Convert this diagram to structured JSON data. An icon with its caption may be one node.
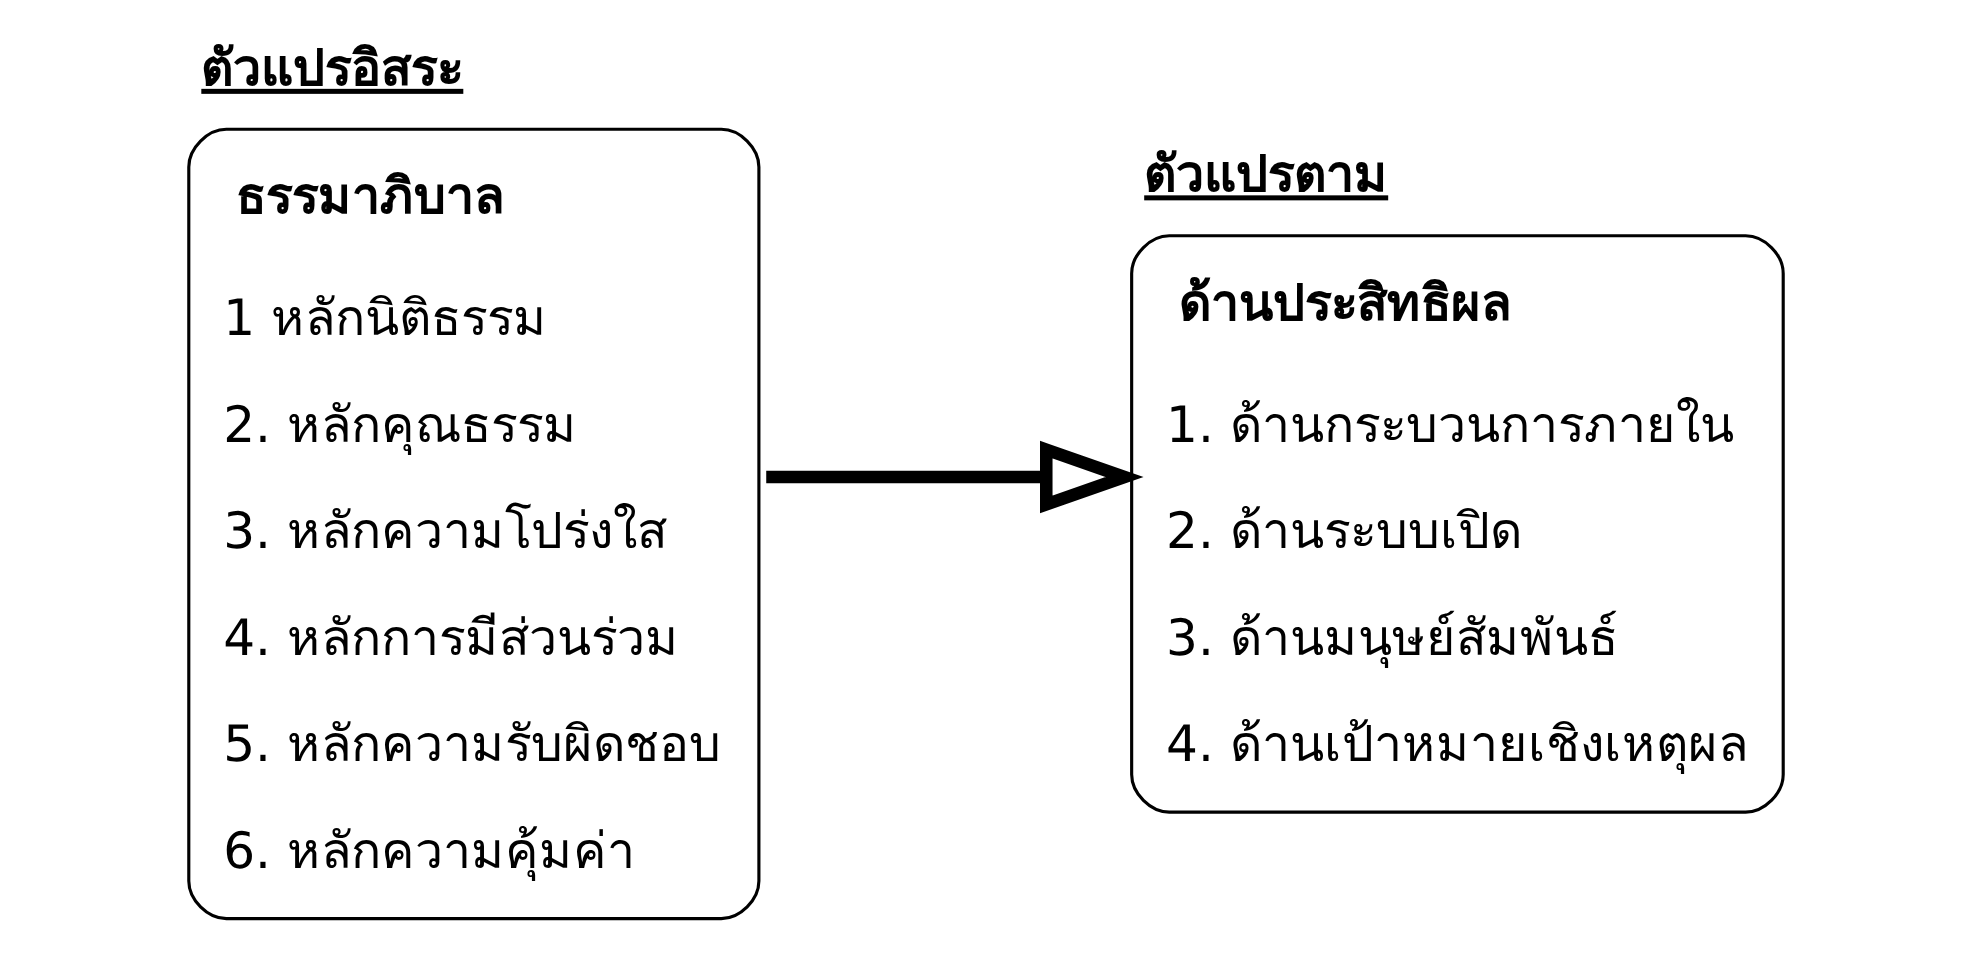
{
  "diagram": {
    "nodes": [
      {
        "text": [
          "ตัวแปรอิสระ",
          "ธรรมาภิบาล",
          "1 หลักนิติธรรม",
          "2. หลักคุณธรรม",
          "3. หลักความโปร่งใส",
          "4. หลักการมีส่วนร่วม",
          "5. หลักความรับผิดชอบ",
          "6. หลักความคุ้มค่า"
        ]
      },
      {
        "text": [
          "ตัวแปรตาม",
          "ด้านประสิทธิผล",
          "1. ด้านกระบวนการภายใน",
          "2. ด้านระบบเปิด",
          "3. ด้านมนุษย์สัมพันธ์",
          "4. ด้านเป้าหมายเชิงเหตุผล"
        ]
      }
    ],
    "edges": [
      {
        "from": 0,
        "to": 1,
        "arrow": "to"
      }
    ]
  }
}
